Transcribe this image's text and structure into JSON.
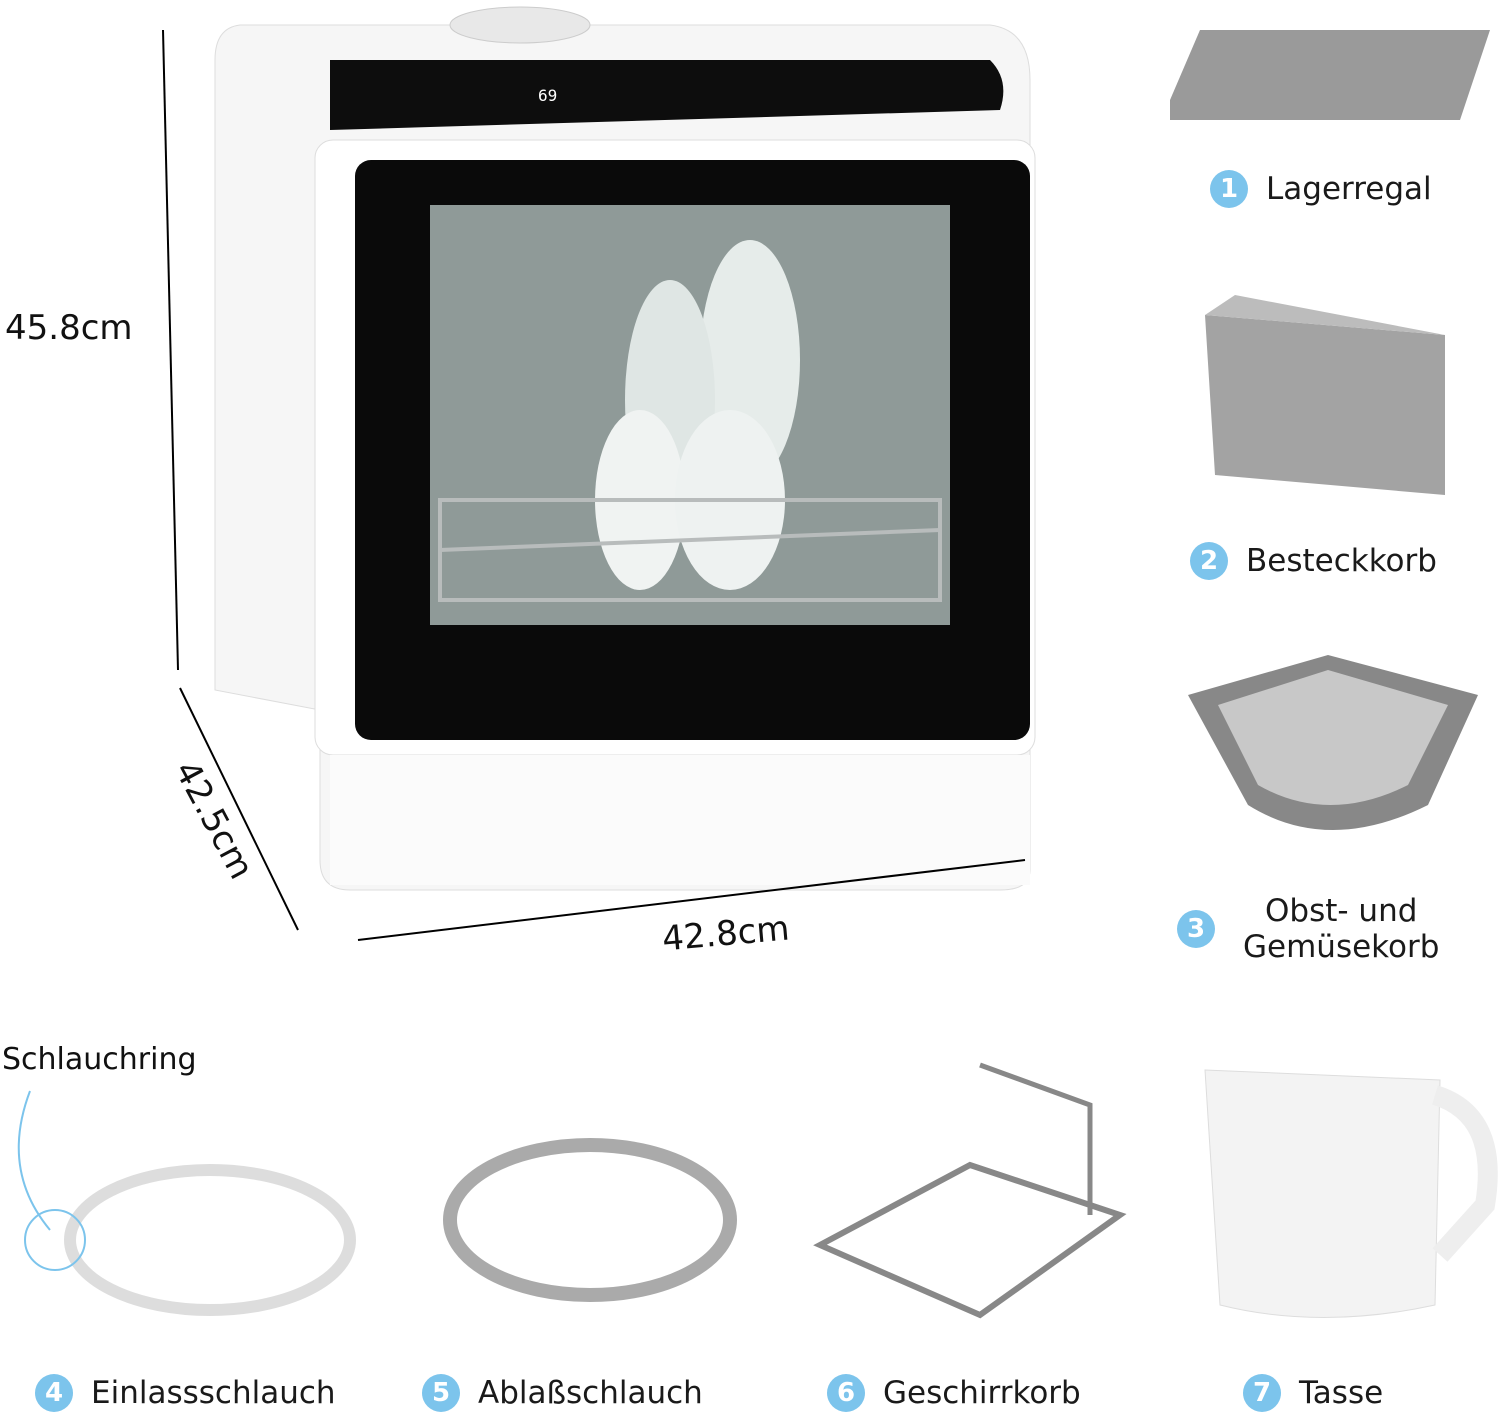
{
  "dimensions": {
    "height": "45.8cm",
    "depth": "42.5cm",
    "width": "42.8cm"
  },
  "control_panel": {
    "display": "69"
  },
  "accessories": [
    {
      "number": "1",
      "label": "Lagerregal"
    },
    {
      "number": "2",
      "label": "Besteckkorb"
    },
    {
      "number": "3",
      "label": "Obst- und\nGemüsekorb"
    },
    {
      "number": "4",
      "label": "Einlassschlauch"
    },
    {
      "number": "5",
      "label": "Ablaßschlauch"
    },
    {
      "number": "6",
      "label": "Geschirrkorb"
    },
    {
      "number": "7",
      "label": "Tasse"
    }
  ],
  "callout": "Schlauchring",
  "colors": {
    "badge": "#7cc4ec",
    "body": "#ffffff",
    "panel": "#0d0d0d",
    "accessory_gray": "#8c8c8c"
  }
}
